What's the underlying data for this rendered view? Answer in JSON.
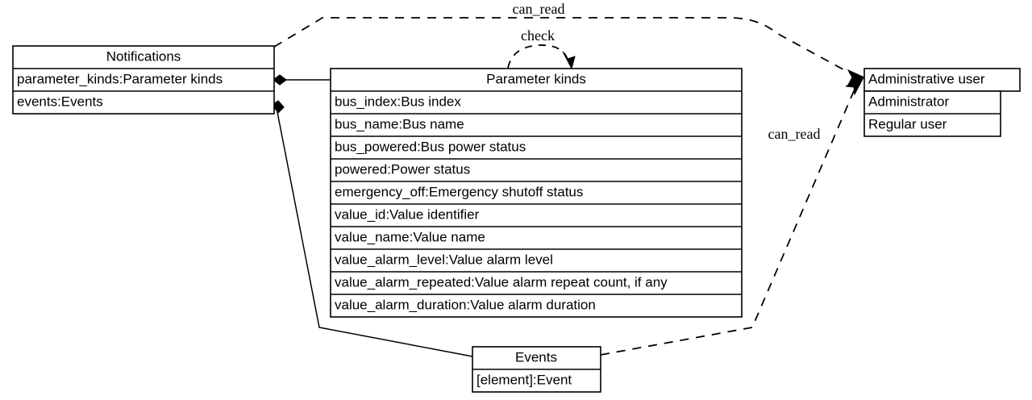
{
  "diagram": {
    "type": "uml-class-diagram",
    "background_color": "#ffffff",
    "line_color": "#000000"
  },
  "classes": {
    "notifications": {
      "title": "Notifications",
      "attributes": [
        "parameter_kinds:Parameter kinds",
        "events:Events"
      ]
    },
    "parameter_kinds": {
      "title": "Parameter kinds",
      "attributes": [
        "bus_index:Bus index",
        "bus_name:Bus name",
        "bus_powered:Bus power status",
        "powered:Power status",
        "emergency_off:Emergency shutoff status",
        "value_id:Value identifier",
        "value_name:Value name",
        "value_alarm_level:Value alarm level",
        "value_alarm_repeated:Value alarm repeat count, if any",
        "value_alarm_duration:Value alarm duration"
      ]
    },
    "events": {
      "title": "Events",
      "attributes": [
        "[element]:Event"
      ]
    },
    "administrative_user": {
      "title": "Administrative user",
      "attributes": [
        "Administrator",
        "Regular user"
      ]
    }
  },
  "edges": {
    "can_read_top": {
      "label": "can_read",
      "from": "notifications",
      "to": "administrative_user",
      "style": "dashed",
      "arrow": "open-arrow"
    },
    "check_self": {
      "label": "check",
      "from": "parameter_kinds",
      "to": "parameter_kinds",
      "style": "dashed",
      "arrow": "open-arrow"
    },
    "can_read_bottom": {
      "label": "can_read",
      "from": "events",
      "to": "administrative_user",
      "style": "dashed",
      "arrow": "open-arrow"
    },
    "composition_parameter_kinds": {
      "label": "",
      "from": "notifications",
      "to": "parameter_kinds",
      "style": "solid",
      "arrow": "filled-diamond"
    },
    "composition_events": {
      "label": "",
      "from": "notifications",
      "to": "events",
      "style": "solid",
      "arrow": "filled-diamond"
    }
  }
}
